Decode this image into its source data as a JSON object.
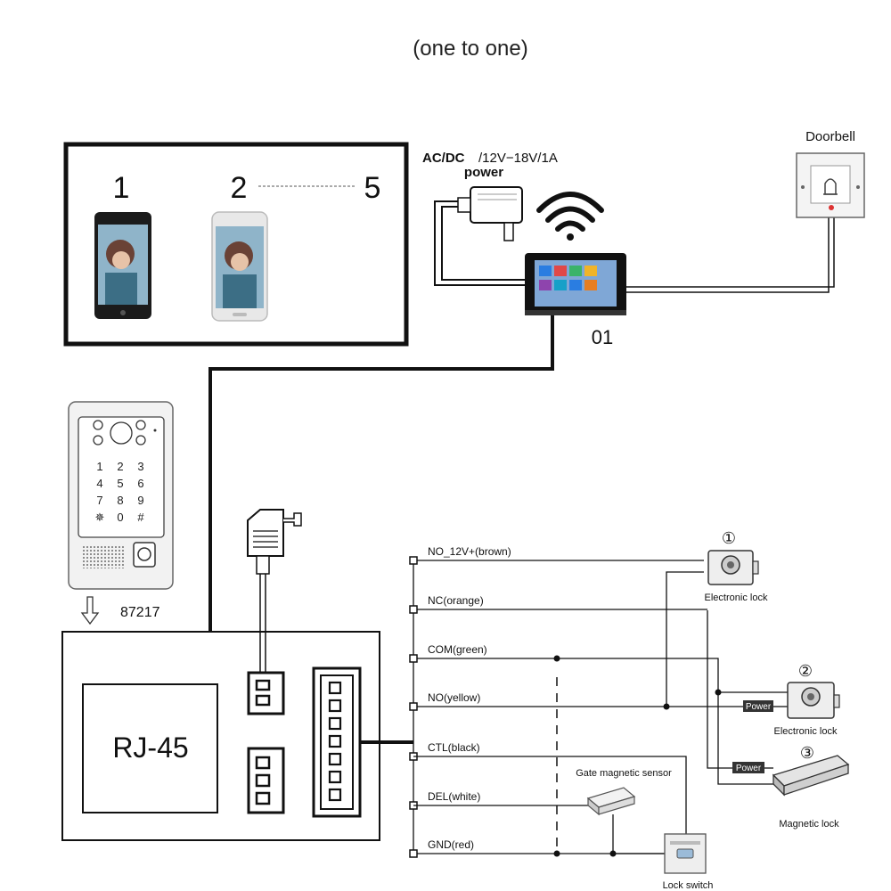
{
  "title": "(one to one)",
  "phones": {
    "label_first": "1",
    "label_second": "2",
    "label_last": "5"
  },
  "power_supply": {
    "spec_acdc": "AC/DC",
    "spec_voltage": "/12V−18V/1A",
    "label": "power"
  },
  "monitor": {
    "id_label": "01"
  },
  "doorbell": {
    "label": "Doorbell"
  },
  "outdoor_station": {
    "model": "87217",
    "keypad": [
      "1",
      "2",
      "3",
      "4",
      "5",
      "6",
      "7",
      "8",
      "9",
      "✵",
      "0",
      "#"
    ]
  },
  "board": {
    "rj45_label": "RJ-45"
  },
  "wires": [
    {
      "label": "NO_12V+(brown)"
    },
    {
      "label": "NC(orange)"
    },
    {
      "label": "COM(green)"
    },
    {
      "label": "NO(yellow)"
    },
    {
      "label": "CTL(black)"
    },
    {
      "label": "DEL(white)"
    },
    {
      "label": "GND(red)"
    }
  ],
  "devices": {
    "lock1_number": "①",
    "lock1_label": "Electronic lock",
    "lock2_number": "②",
    "lock2_label": "Electronic lock",
    "lock3_number": "③",
    "lock3_label": "Magnetic lock",
    "power_tag_1": "Power",
    "power_tag_2": "Power",
    "sensor_label": "Gate magnetic sensor",
    "switch_label": "Lock switch"
  }
}
